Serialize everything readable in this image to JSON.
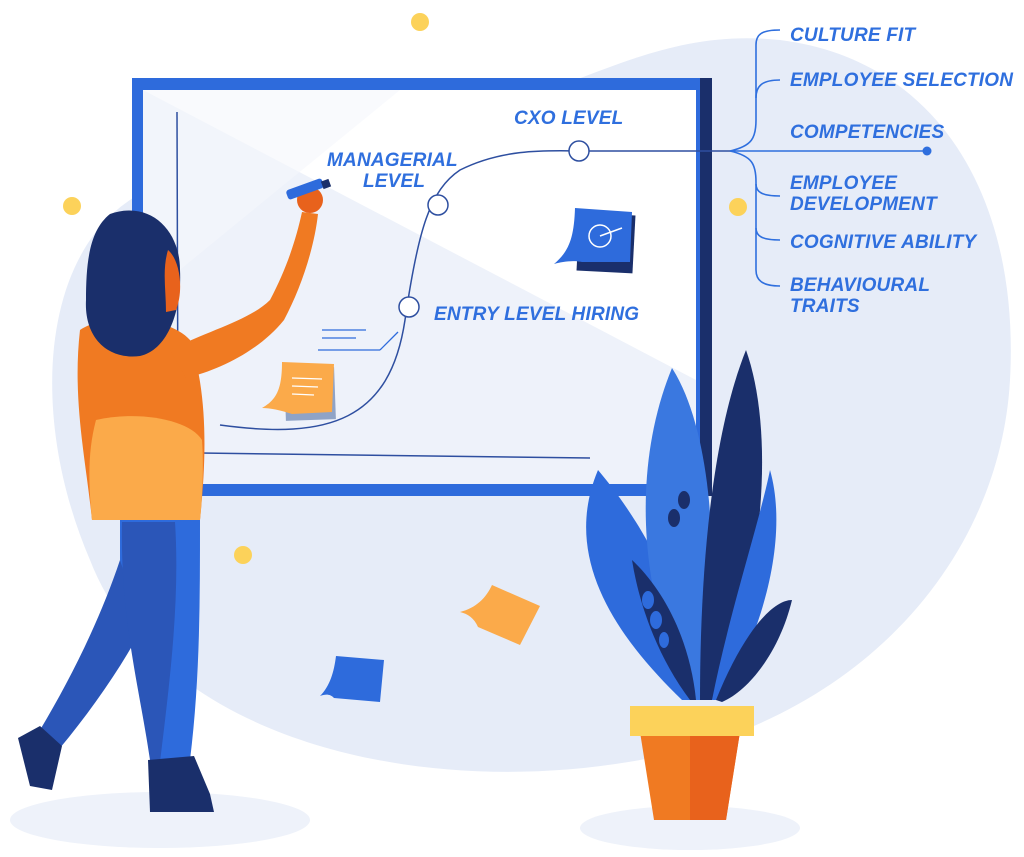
{
  "board": {
    "levels": {
      "cxo": "CXO LEVEL",
      "managerial_line1": "MANAGERIAL",
      "managerial_line2": "LEVEL",
      "entry": "ENTRY LEVEL HIRING"
    }
  },
  "branches": {
    "items": [
      {
        "line1": "CULTURE FIT",
        "line2": ""
      },
      {
        "line1": "EMPLOYEE SELECTION",
        "line2": ""
      },
      {
        "line1": "COMPETENCIES",
        "line2": ""
      },
      {
        "line1": "EMPLOYEE",
        "line2": "DEVELOPMENT"
      },
      {
        "line1": "COGNITIVE ABILITY",
        "line2": ""
      },
      {
        "line1": "BEHAVIOURAL",
        "line2": "TRAITS"
      }
    ]
  },
  "colors": {
    "accent_blue": "#2f6fde",
    "navy": "#1a2f6b",
    "orange": "#f07a22",
    "note_orange": "#fbaa4a",
    "pot_yellow": "#fcd25a",
    "background_blob": "#e6ecf8"
  },
  "icons": {
    "sticky_note": "sticky-note-icon",
    "target_note": "target-icon",
    "marker": "marker-icon",
    "plant": "plant-icon"
  }
}
